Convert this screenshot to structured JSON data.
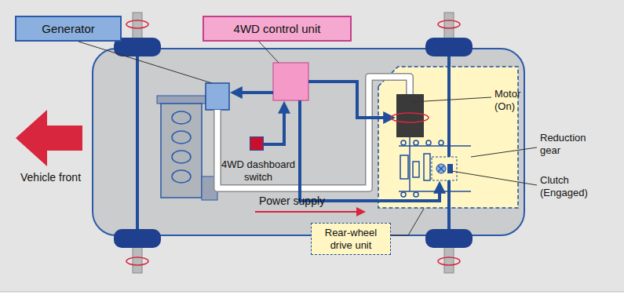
{
  "diagram": {
    "nodes": [
      {
        "text": [
          "Generator"
        ]
      },
      {
        "text": [
          "4WD control unit"
        ]
      },
      {
        "text": [
          "4WD dashboard switch"
        ]
      },
      {
        "text": [
          "Rear-wheel drive unit"
        ]
      }
    ],
    "labels": [
      "Motor (On)",
      "Reduction gear",
      "Clutch (Engaged)",
      "Vehicle front",
      "Power supply"
    ]
  }
}
